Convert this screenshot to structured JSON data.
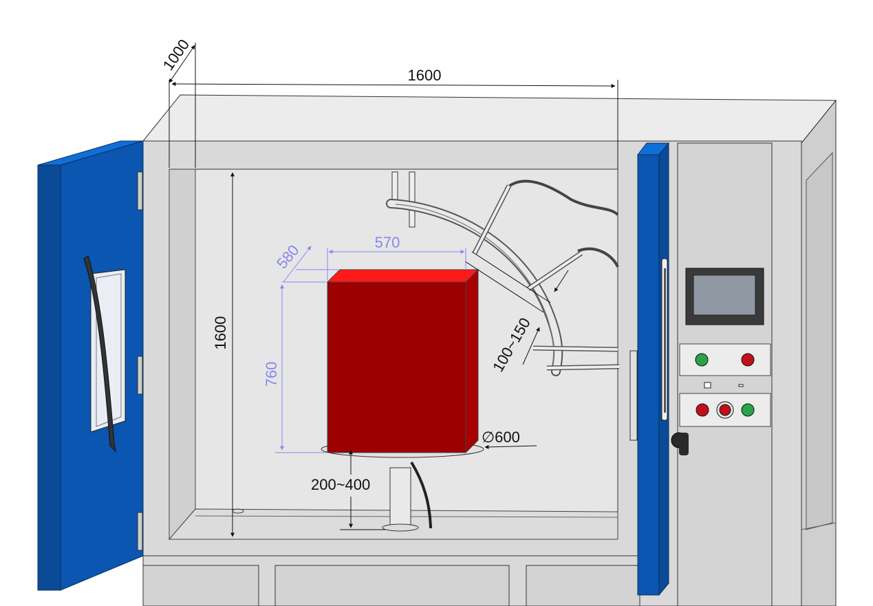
{
  "dimensions": {
    "depth": "1000",
    "width": "1600",
    "height": "1600",
    "sample_depth": "580",
    "sample_width": "570",
    "sample_height": "760",
    "nozzle_distance": "100~150",
    "turntable_diameter": "∅600",
    "turntable_height": "200~400"
  },
  "colors": {
    "door": "#0a56b0",
    "door_edge": "#0f6fd6",
    "cabinet": "#d9d9d9",
    "cabinet_dark": "#bfbfbf",
    "specimen_front": "#9c0000",
    "specimen_top": "#ff1a1a",
    "screen": "#8f98a3",
    "button_green": "#2aa24a",
    "button_red": "#c0101a",
    "dimension_line": "#111111",
    "dimension_line_specimen": "#8a86f0"
  },
  "icons": {
    "control_panel_screen": "touchscreen-icon",
    "start_button": "green-button-icon",
    "stop_button": "red-button-icon",
    "knob": "rotary-knob-icon"
  }
}
